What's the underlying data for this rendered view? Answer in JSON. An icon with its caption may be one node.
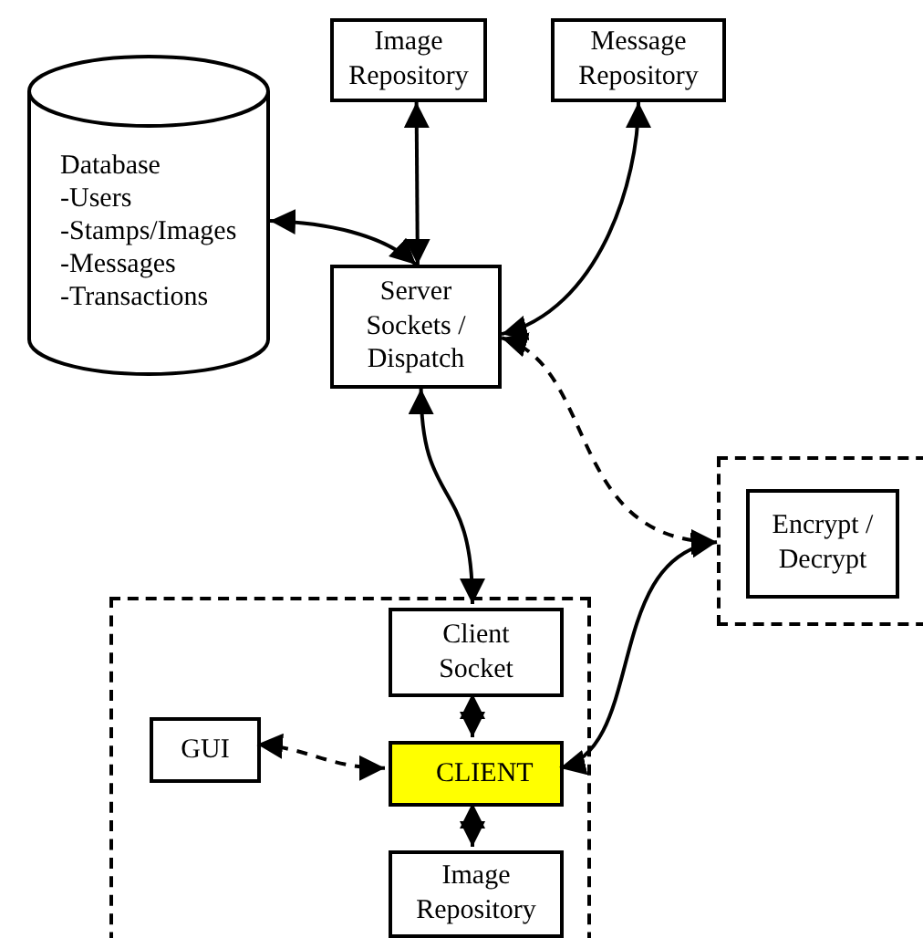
{
  "diagram": {
    "nodes": [
      {
        "text": [
          "Database",
          "-Users",
          "-Stamps/Images",
          "-Messages",
          "-Transactions"
        ]
      },
      {
        "text": [
          "Image Repository"
        ]
      },
      {
        "text": [
          "Message Repository"
        ]
      },
      {
        "text": [
          "Server Sockets / Dispatch"
        ]
      },
      {
        "text": [],
        "shape": "box"
      },
      {
        "text": [
          "Encrypt / Decrypt"
        ],
        "in": 4
      },
      {
        "text": [],
        "shape": "box"
      },
      {
        "text": [
          "Client Socket"
        ],
        "in": 6
      },
      {
        "text": [
          "GUI"
        ],
        "in": 6
      },
      {
        "text": [
          "CLIENT"
        ],
        "in": 6
      },
      {
        "text": [
          "Image Repository"
        ],
        "in": 6
      }
    ],
    "edges": [
      {
        "from": 3,
        "to": 0,
        "arrow": "both"
      },
      {
        "from": 3,
        "to": 1,
        "arrow": "both"
      },
      {
        "from": 3,
        "to": 2,
        "arrow": "both"
      },
      {
        "from": 3,
        "to": 7,
        "arrow": "both"
      },
      {
        "from": 3,
        "to": 4,
        "arrow": "both",
        "style": "dashed"
      },
      {
        "from": 9,
        "to": 4,
        "arrow": "both"
      },
      {
        "from": 7,
        "to": 9,
        "arrow": "both"
      },
      {
        "from": 8,
        "to": 9,
        "arrow": "both",
        "style": "dashed"
      },
      {
        "from": 9,
        "to": 10,
        "arrow": "both"
      }
    ]
  }
}
